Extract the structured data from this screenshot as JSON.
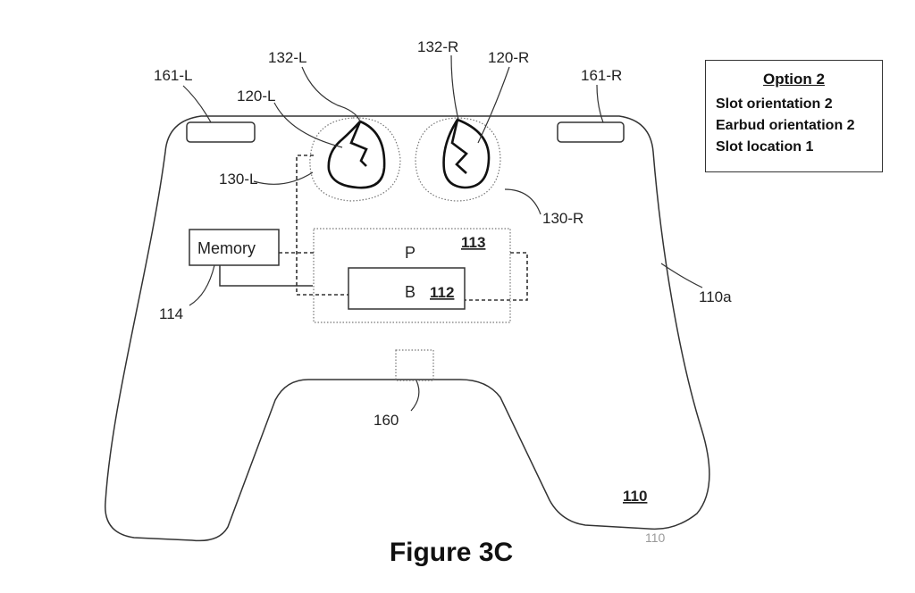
{
  "labels": {
    "slot_left_top": "161-L",
    "slot_right_top": "161-R",
    "notch_left": "132-L",
    "notch_right": "132-R",
    "earbud_left": "120-L",
    "earbud_right": "120-R",
    "slot_left": "130-L",
    "slot_right": "130-R",
    "memory_box": "Memory",
    "memory_ref": "114",
    "processor_letter": "P",
    "processor_ref": "113",
    "battery_letter": "B",
    "battery_ref": "112",
    "surface_ref": "110a",
    "connector_ref": "160",
    "body_ref": "110",
    "body_ref_partial": "110"
  },
  "option_box": {
    "title": "Option 2",
    "lines": [
      "Slot orientation 2",
      "Earbud orientation 2",
      "Slot location 1"
    ]
  },
  "caption": "Figure 3C"
}
